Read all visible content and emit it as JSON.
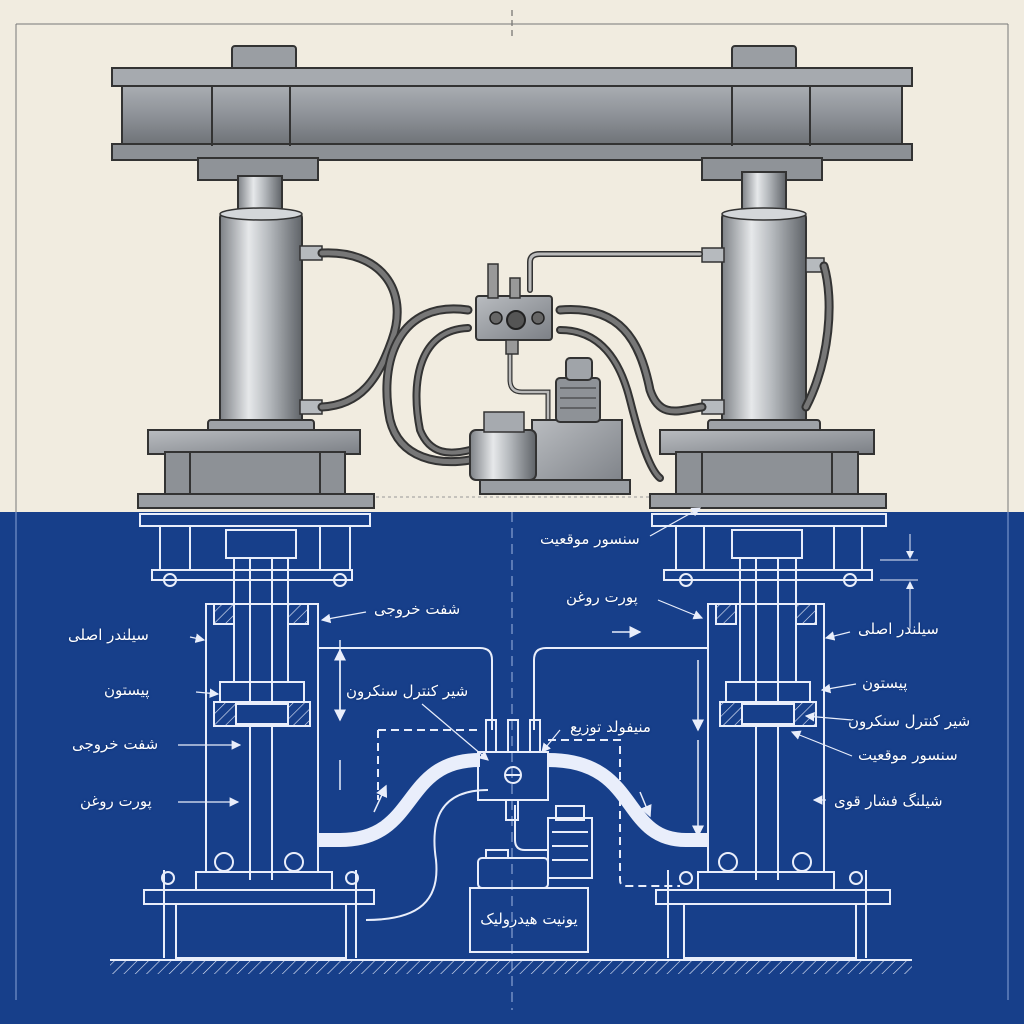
{
  "colors": {
    "paper": "#f1ece0",
    "blueprint": "#173f8a",
    "blueprint_line": "#e9eefb",
    "steel_dark": "#5c5f63",
    "steel_light": "#c9ccd0"
  },
  "labels": {
    "left": {
      "main_cylinder": "سیلندر اصلی",
      "piston": "پیستون",
      "output_shaft": "شفت خروجی",
      "oil_port": "پورت روغن"
    },
    "center": {
      "output_shaft": "شفت خروجی",
      "sync_control_valve": "شیر کنترل سنکرون",
      "distribution_manifold": "منیفولد توزیع",
      "hydraulic_unit": "یونیت هیدرولیک"
    },
    "right": {
      "position_sensor_top": "سنسور موقعیت",
      "oil_port": "پورت روغن",
      "main_cylinder": "سیلندر اصلی",
      "piston": "پیستون",
      "sync_control_valve": "شیر کنترل سنکرون",
      "position_sensor": "سنسور موقعیت",
      "high_pressure_hose": "شیلنگ فشار قوی"
    }
  },
  "icons": [
    "hydraulic-press-illustration",
    "blueprint-schematic"
  ]
}
